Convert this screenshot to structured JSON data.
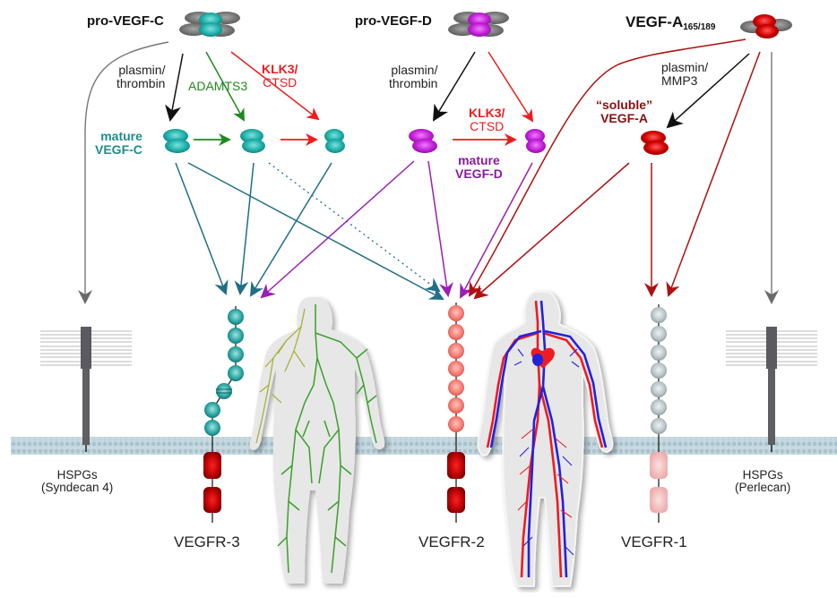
{
  "diagram": {
    "title_nodes": {
      "pro_vegf_c": "pro-VEGF-C",
      "pro_vegf_d": "pro-VEGF-D",
      "vegf_a_main": "VEGF-A",
      "vegf_a_sub": "165/189"
    },
    "enzymes": {
      "c_plasmin": [
        "plasmin/",
        "thrombin"
      ],
      "c_adamts3": "ADAMTS3",
      "c_klk3": [
        "KLK3/",
        "CTSD"
      ],
      "d_plasmin": [
        "plasmin/",
        "thrombin"
      ],
      "d_klk3": [
        "KLK3/",
        "CTSD"
      ],
      "a_plasmin": [
        "plasmin/",
        "MMP3"
      ]
    },
    "mature_labels": {
      "vegf_c": [
        "mature",
        "VEGF-C"
      ],
      "vegf_d": [
        "mature",
        "VEGF-D"
      ],
      "soluble_a": [
        "“soluble”",
        "VEGF-A"
      ]
    },
    "receptors": {
      "vegfr3": "VEGFR-3",
      "vegfr2": "VEGFR-2",
      "vegfr1": "VEGFR-1"
    },
    "coreceptors": {
      "left": [
        "HSPGs",
        "(Syndecan 4)"
      ],
      "right": [
        "HSPGs",
        "(Perlecan)"
      ]
    },
    "figures": {
      "lymphatic": "lymphatic-system-figure",
      "cardiovascular": "cardiovascular-system-figure"
    },
    "colors": {
      "vegf_c": "#1a9e9a",
      "vegf_c_arrow": "#1f6f86",
      "vegf_d": "#a020c0",
      "vegf_d_arrow": "#9b1fb5",
      "vegf_a": "#c00000",
      "vegf_a_arrow": "#b01010",
      "adamts3": "#1e8a1e",
      "klk3": "#ee1c1c",
      "grey_arrow": "#777777",
      "membrane": "#b7cdd6",
      "vegfr3_domain": "#2aa3a0",
      "vegfr2_domain": "#f27b72",
      "vegfr1_domain": "#b9c4c8",
      "kinase_dark": "#b00000",
      "kinase_light": "#f1b9b9",
      "lymph_green": "#3aa02a",
      "lymph_olive": "#a8b23a",
      "artery": "#ee1c24",
      "vein": "#2222dd"
    }
  }
}
